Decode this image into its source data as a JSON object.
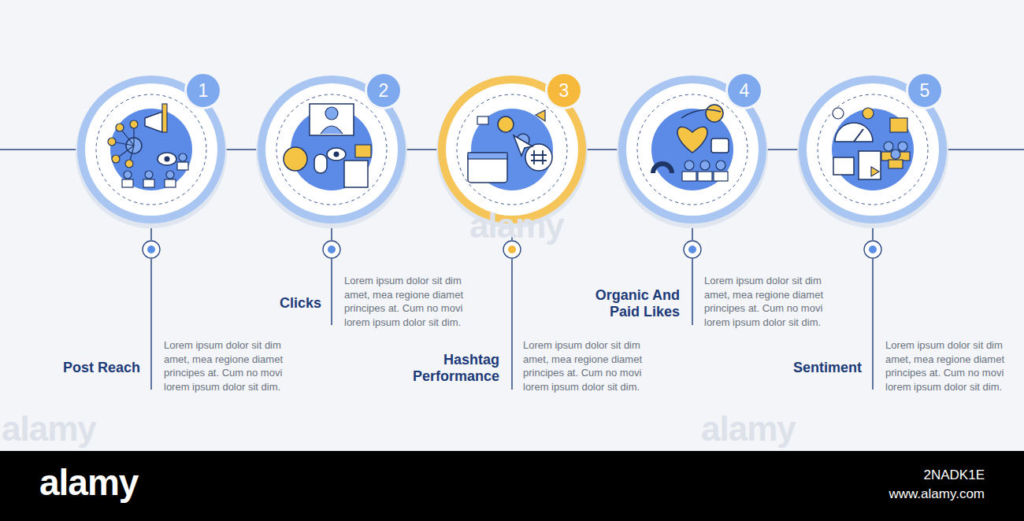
{
  "diagram": {
    "nodes": [
      {
        "text": [
          "1"
        ]
      },
      {
        "text": [
          "2"
        ]
      },
      {
        "text": [
          "3"
        ]
      },
      {
        "text": [
          "4"
        ]
      },
      {
        "text": [
          "5"
        ]
      }
    ],
    "labels": [
      "Post Reach",
      "Lorem ipsum dolor sit dim amet, mea regione diamet principes at. Cum no movi lorem ipsum dolor sit dim.",
      "Clicks",
      "Lorem ipsum dolor sit dim amet, mea regione diamet principes at. Cum no movi lorem ipsum dolor sit dim.",
      "Hashtag Performance",
      "Lorem ipsum dolor sit dim amet, mea regione diamet principes at. Cum no movi lorem ipsum dolor sit dim.",
      "Organic And Paid Likes",
      "Lorem ipsum dolor sit dim amet, mea regione diamet principes at. Cum no movi lorem ipsum dolor sit dim.",
      "Sentiment",
      "Lorem ipsum dolor sit dim amet, mea regione diamet principes at. Cum no movi lorem ipsum dolor sit dim.",
      "alamy",
      "alamy",
      "alamy",
      "alamy",
      "2NADK1E",
      "www.alamy.com"
    ]
  }
}
